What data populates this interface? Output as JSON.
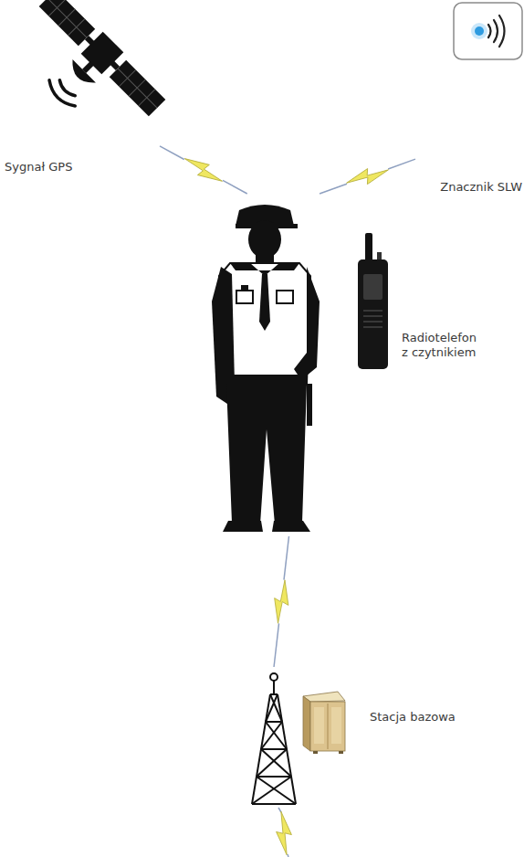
{
  "diagram": {
    "nodes": [
      {
        "text": [
          "Sygnał GPS"
        ]
      },
      {
        "text": [
          "Znacznik SLW"
        ]
      },
      {
        "text": [
          "Radiotelefon z czytnikiem"
        ]
      },
      {
        "text": [
          "Stacja bazowa"
        ]
      }
    ],
    "edges": [
      {
        "from": 0,
        "to": 2,
        "arrow": "none"
      },
      {
        "from": 1,
        "to": 2,
        "arrow": "none"
      },
      {
        "from": 2,
        "to": 3,
        "arrow": "none"
      }
    ]
  }
}
